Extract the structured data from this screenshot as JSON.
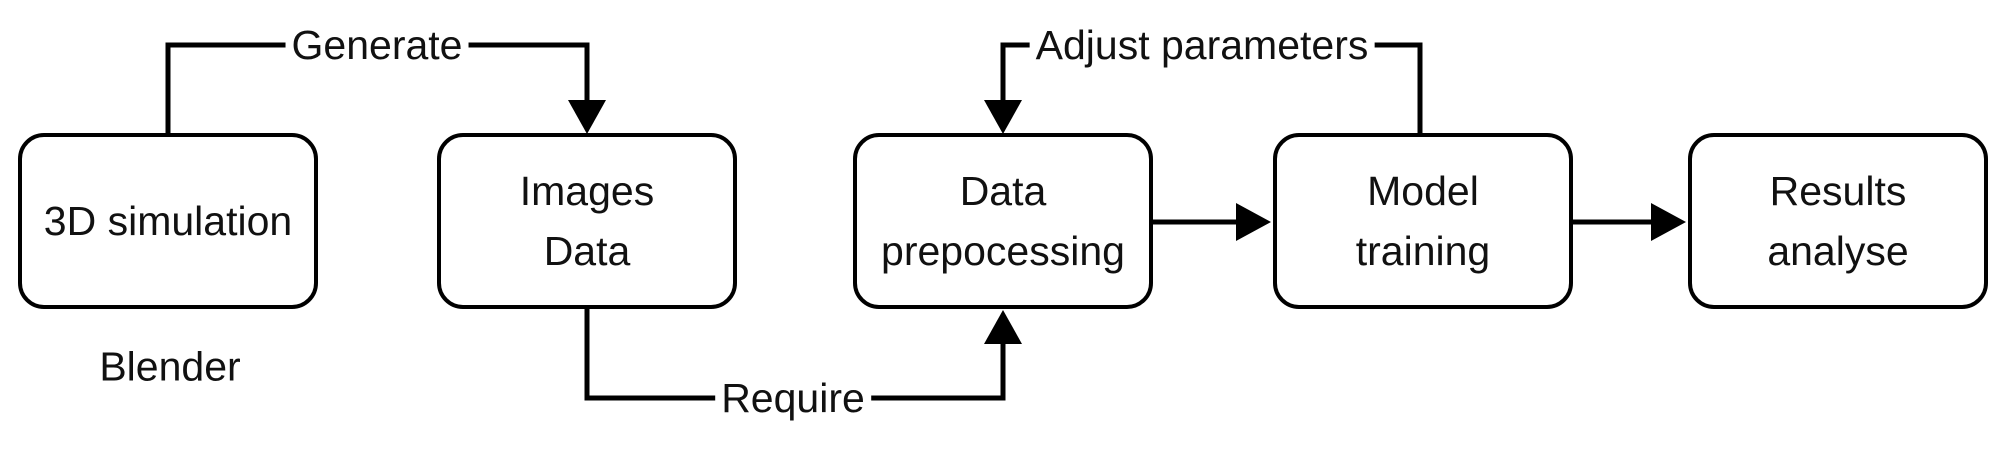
{
  "diagram": {
    "type": "flowchart",
    "background_color": "#ffffff",
    "line_color": "#000000",
    "text_color": "#111111",
    "nodes": [
      {
        "id": "3d-simulation",
        "lines": [
          "3D simulation"
        ]
      },
      {
        "id": "images-data",
        "lines": [
          "Images",
          "Data"
        ]
      },
      {
        "id": "data-prepocessing",
        "lines": [
          "Data",
          "prepocessing"
        ]
      },
      {
        "id": "model-training",
        "lines": [
          "Model",
          "training"
        ]
      },
      {
        "id": "results-analyse",
        "lines": [
          "Results",
          "analyse"
        ]
      }
    ],
    "edges": [
      {
        "from": "3d-simulation",
        "to": "images-data",
        "label": "Generate",
        "style": "elbow-top"
      },
      {
        "from": "images-data",
        "to": "data-prepocessing",
        "label": "Require",
        "style": "elbow-bottom"
      },
      {
        "from": "model-training",
        "to": "data-prepocessing",
        "label": "Adjust parameters",
        "style": "elbow-top"
      },
      {
        "from": "data-prepocessing",
        "to": "model-training",
        "label": "",
        "style": "straight"
      },
      {
        "from": "model-training",
        "to": "results-analyse",
        "label": "",
        "style": "straight"
      }
    ],
    "edge_labels": {
      "generate": "Generate",
      "require": "Require",
      "adjust": "Adjust parameters"
    },
    "annotations": {
      "blender": "Blender"
    }
  }
}
